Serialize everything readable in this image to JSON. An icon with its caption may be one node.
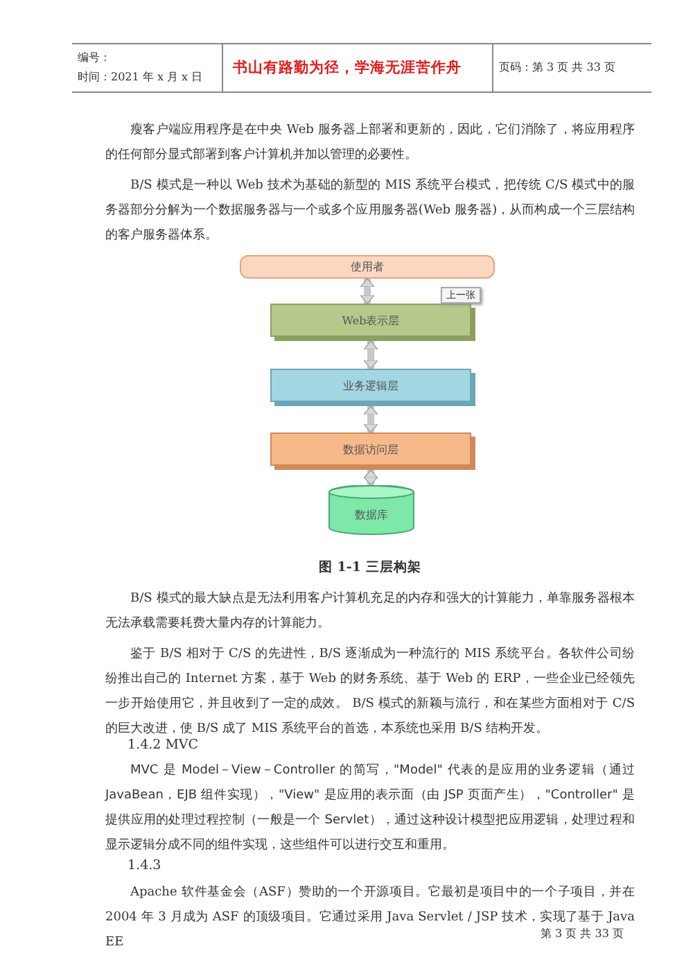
{
  "diagram": {
    "caption": "图 1-1 三层构架",
    "nodes": [
      {
        "text": [
          "使用者"
        ]
      },
      {
        "text": [
          "Web表示层"
        ]
      },
      {
        "text": [
          "业务逻辑层"
        ]
      },
      {
        "text": [
          "数据访问层"
        ]
      },
      {
        "text": [
          "数据库"
        ]
      }
    ],
    "edges": [
      {
        "from": 0,
        "to": 1,
        "arrow": "both"
      },
      {
        "from": 1,
        "to": 2,
        "arrow": "both"
      },
      {
        "from": 2,
        "to": 3,
        "arrow": "both"
      },
      {
        "from": 3,
        "to": 4,
        "arrow": "both"
      }
    ],
    "labels": [
      "编号：",
      "时间：2021 年 x 月 x 日",
      "书山有路勤为径，学海无涯苦作舟",
      "页码：第 3 页 共 33 页",
      "瘦客户端应用程序是在中央 Web 服务器上部署和更新的，因此，它们消除了，将应用程序的任何部分显式部署到客户计算机并加以管理的必要性。",
      "B/S 模式是一种以 Web 技术为基础的新型的 MIS 系统平台模式，把传统 C/S 模式中的服务器部分分解为一个数据服务器与一个或多个应用服务器(Web 服务器)，从而构成一个三层结构的客户服务器体系。",
      "上一张",
      "B/S 模式的最大缺点是无法利用客户计算机充足的内存和强大的计算能力，单靠服务器根本无法承载需要耗费大量内存的计算能力。",
      "鉴于 B/S 相对于 C/S 的先进性，B/S 逐渐成为一种流行的 MIS 系统平台。各软件公司纷纷推出自己的 Internet 方案，基于 Web 的财务系统、基于 Web 的 ERP，一些企业已经领先一步开始使用它，并且收到了一定的成效。 B/S 模式的新颖与流行，和在某些方面相对于 C/S 的巨大改进，使 B/S 成了 MIS 系统平台的首选，本系统也采用 B/S 结构开发。",
      "1.4.2 MVC",
      "MVC 是 Model－View－Controller 的简写，\"Model\" 代表的是应用的业务逻辑（通过 JavaBean，EJB 组件实现），\"View\" 是应用的表示面（由 JSP 页面产生），\"Controller\" 是提供应用的处理过程控制（一般是一个 Servlet），通过这种设计模型把应用逻辑，处理过程和显示逻辑分成不同的组件实现，这些组件可以进行交互和重用。",
      "1.4.3",
      "Apache 软件基金会（ASF）赞助的一个开源项目。它最初是项目中的一个子项目，并在 2004 年 3 月成为 ASF 的顶级项目。它通过采用 Java Servlet / JSP 技术，实现了基于 Java EE",
      "第 3 页 共 33 页"
    ]
  }
}
